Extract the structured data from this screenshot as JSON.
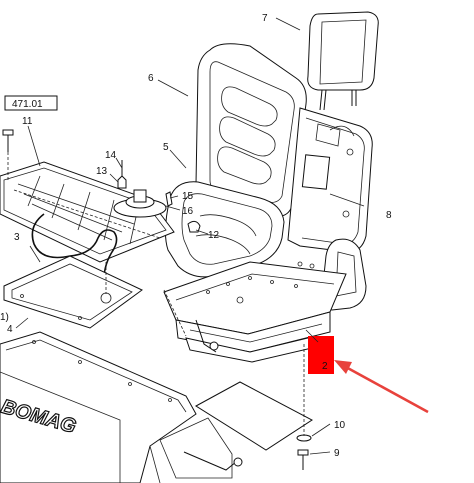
{
  "reference_box": "471.01",
  "brand_text": "BOMAG",
  "callouts": {
    "c1": "1)",
    "c2": "2",
    "c3": "3",
    "c4": "4",
    "c5": "5",
    "c6": "6",
    "c7": "7",
    "c8": "8",
    "c9": "9",
    "c10": "10",
    "c11": "11",
    "c12": "12",
    "c13": "13",
    "c14": "14",
    "c15": "15",
    "c16": "16"
  },
  "colors": {
    "highlight": "#ff0000",
    "arrow": "#e8423c",
    "ink": "#111111"
  }
}
